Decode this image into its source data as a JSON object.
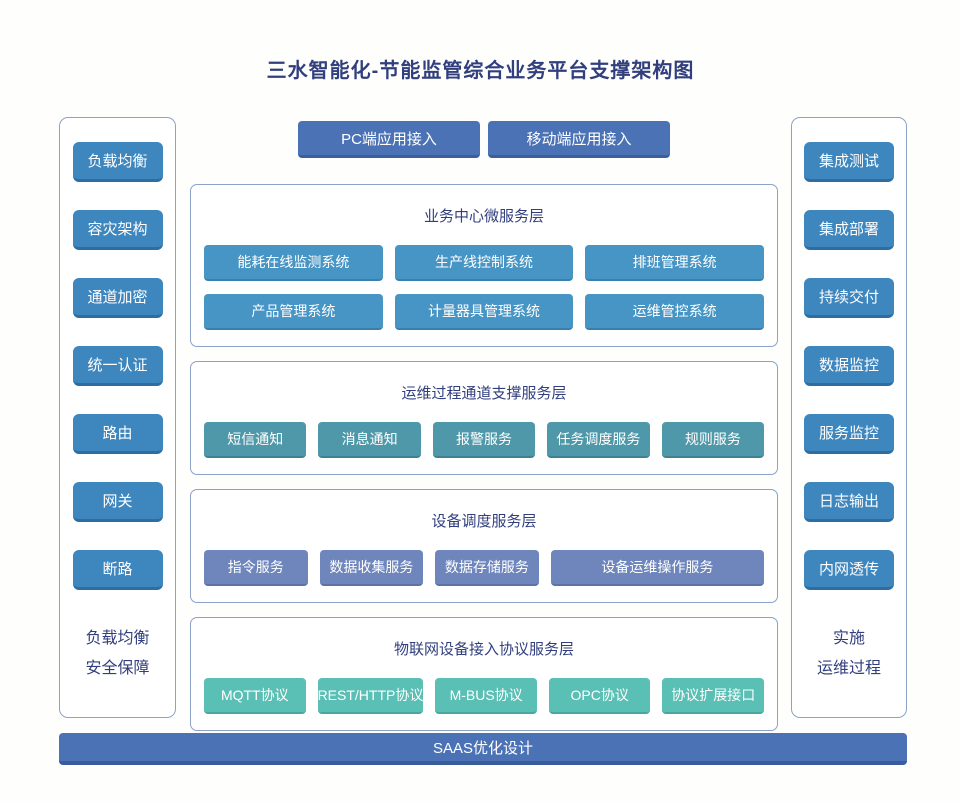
{
  "page": {
    "title": "三水智能化-节能监管综合业务平台支撑架构图",
    "colors": {
      "title_text": "#323f7e",
      "accent_indigo": "#4a72b5",
      "side_steel_blue": "#3e86be",
      "biz_blue": "#4795c5",
      "ops_teal": "#4e98a9",
      "dev_periwinkle": "#6e86bc",
      "iot_turquoise": "#5abfb4",
      "panel_border": "#8ba3c7"
    }
  },
  "left_panel": {
    "items": [
      {
        "label": "负载均衡"
      },
      {
        "label": "容灾架构"
      },
      {
        "label": "通道加密"
      },
      {
        "label": "统一认证"
      },
      {
        "label": "路由"
      },
      {
        "label": "网关"
      },
      {
        "label": "断路"
      }
    ],
    "caption_line1": "负载均衡",
    "caption_line2": "安全保障"
  },
  "right_panel": {
    "items": [
      {
        "label": "集成测试"
      },
      {
        "label": "集成部署"
      },
      {
        "label": "持续交付"
      },
      {
        "label": "数据监控"
      },
      {
        "label": "服务监控"
      },
      {
        "label": "日志输出"
      },
      {
        "label": "内网透传"
      }
    ],
    "caption_line1": "实施",
    "caption_line2": "运维过程"
  },
  "top_access": {
    "pc_label": "PC端应用接入",
    "mobile_label": "移动端应用接入"
  },
  "layers": {
    "business": {
      "title": "业务中心微服务层",
      "items": [
        {
          "label": "能耗在线监测系统"
        },
        {
          "label": "生产线控制系统"
        },
        {
          "label": "排班管理系统"
        },
        {
          "label": "产品管理系统"
        },
        {
          "label": "计量器具管理系统"
        },
        {
          "label": "运维管控系统"
        }
      ]
    },
    "ops_channel": {
      "title": "运维过程通道支撑服务层",
      "items": [
        {
          "label": "短信通知"
        },
        {
          "label": "消息通知"
        },
        {
          "label": "报警服务"
        },
        {
          "label": "任务调度服务"
        },
        {
          "label": "规则服务"
        }
      ]
    },
    "device_dispatch": {
      "title": "设备调度服务层",
      "items": [
        {
          "label": "指令服务"
        },
        {
          "label": "数据收集服务"
        },
        {
          "label": "数据存储服务"
        },
        {
          "label": "设备运维操作服务"
        }
      ]
    },
    "iot_protocol": {
      "title": "物联网设备接入协议服务层",
      "items": [
        {
          "label": "MQTT协议"
        },
        {
          "label": "REST/HTTP协议"
        },
        {
          "label": "M-BUS协议"
        },
        {
          "label": "OPC协议"
        },
        {
          "label": "协议扩展接口"
        }
      ]
    }
  },
  "footer": {
    "label": "SAAS优化设计"
  }
}
